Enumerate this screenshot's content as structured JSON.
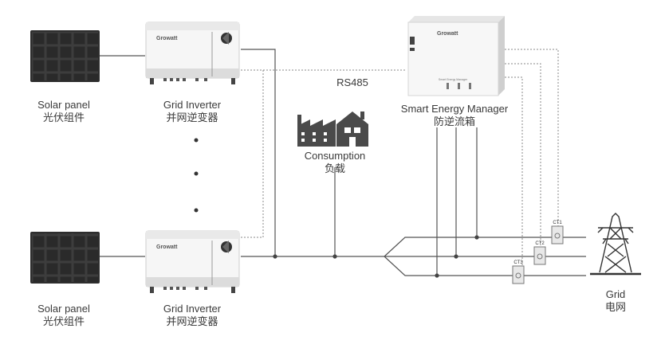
{
  "solar_panel_top": {
    "en": "Solar panel",
    "cn": "光伏组件"
  },
  "inverter_top": {
    "en": "Grid Inverter",
    "cn": "并网逆变器",
    "brand": "Growatt"
  },
  "solar_panel_bottom": {
    "en": "Solar panel",
    "cn": "光伏组件"
  },
  "inverter_bottom": {
    "en": "Grid Inverter",
    "cn": "并网逆变器",
    "brand": "Growatt"
  },
  "rs485": "RS485",
  "sem": {
    "en": "Smart Energy Manager",
    "cn": "防逆流箱",
    "brand": "Growatt",
    "panel_text": "Smart Energy Manager"
  },
  "consumption": {
    "en": "Consumption",
    "cn": "负载"
  },
  "grid": {
    "en": "Grid",
    "cn": "电网"
  },
  "ct": [
    "CT1",
    "CT2",
    "CT3"
  ],
  "colors": {
    "line": "#555555",
    "dashed": "#8a8a8a",
    "icon": "#4a4a4a",
    "panel": "#3c3c3c"
  }
}
